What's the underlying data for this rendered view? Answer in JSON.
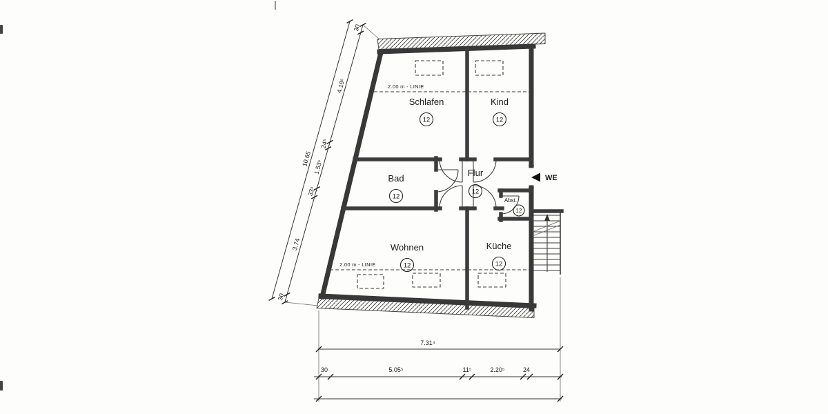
{
  "drawing": {
    "rooms": [
      {
        "name": "Schlafen",
        "number": "12"
      },
      {
        "name": "Kind",
        "number": "12"
      },
      {
        "name": "Bad",
        "number": "12"
      },
      {
        "name": "Flur",
        "number": "12"
      },
      {
        "name": "Abst.",
        "number": "12"
      },
      {
        "name": "Wohnen",
        "number": "12"
      },
      {
        "name": "Küche",
        "number": "12"
      }
    ],
    "labels": {
      "line_top": "2.00 m - LINIE",
      "line_bottom": "2.00 m - LINIE",
      "entrance": "WE"
    },
    "dimensions": {
      "left": {
        "overall": "10.65",
        "segments": [
          "30",
          "4.19⁵",
          "24⁵",
          "1.53⁵",
          "33⁵",
          "3.74",
          "30"
        ]
      },
      "bottom": {
        "overall": "7.31⁴",
        "segments": [
          "30",
          "5.05⁵",
          "11⁵",
          "2.20⁵",
          "24"
        ]
      }
    }
  }
}
